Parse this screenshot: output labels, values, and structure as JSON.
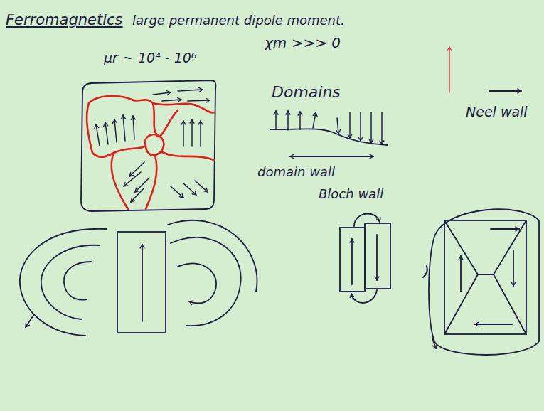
{
  "diagram": {
    "title": "Ferromagnetics",
    "labels": [
      "large permanent dipole moment.",
      "χm >>> 0",
      "μr ~ 10⁴ - 10⁶",
      "Domains",
      "domain wall",
      "Bloch wall",
      "Neel wall"
    ]
  }
}
